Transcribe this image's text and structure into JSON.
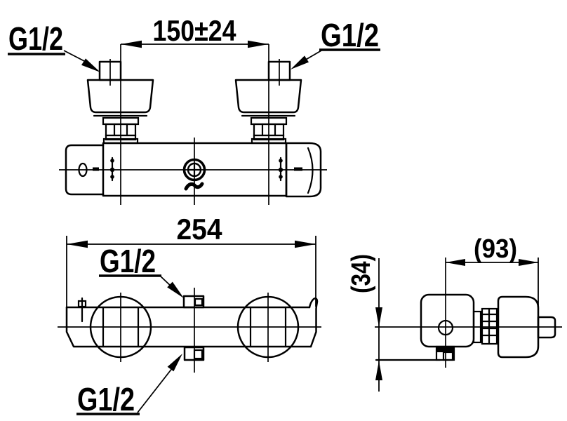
{
  "page": {
    "background": "#ffffff",
    "line_color": "#000000",
    "description": "Technical dimension drawing of an exposed wall-mounted shower mixing valve, three views"
  },
  "labels": {
    "inlet_left_thread": "G1/2",
    "inlet_right_thread": "G1/2",
    "inlet_center_distance": "150±24",
    "body_overall_width": "254",
    "outlet_top_thread": "G1/2",
    "outlet_bottom_thread": "G1/2",
    "side_depth": "(93)",
    "side_outlet_offset": "(34)"
  }
}
